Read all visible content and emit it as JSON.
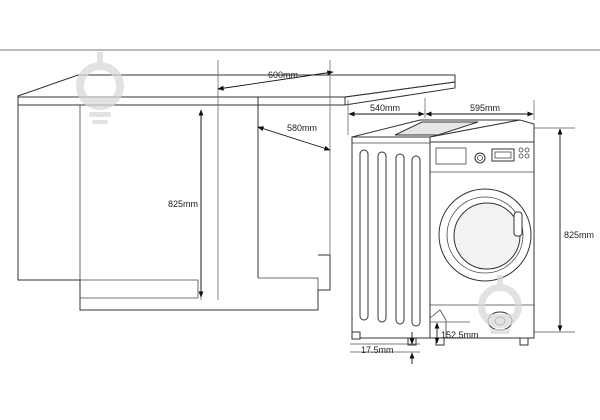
{
  "dimensions": {
    "cabinet_width": "600mm",
    "cabinet_depth": "580mm",
    "cabinet_height": "825mm",
    "machine_depth": "540mm",
    "machine_width": "595mm",
    "machine_height": "825mm",
    "foot_offset": "17.5mm",
    "bottom_clearance": "152.5mm"
  },
  "icons": {
    "watermark": "lightbulb-icon"
  },
  "colors": {
    "line": "#333333",
    "watermark": "#d9d9d9"
  }
}
